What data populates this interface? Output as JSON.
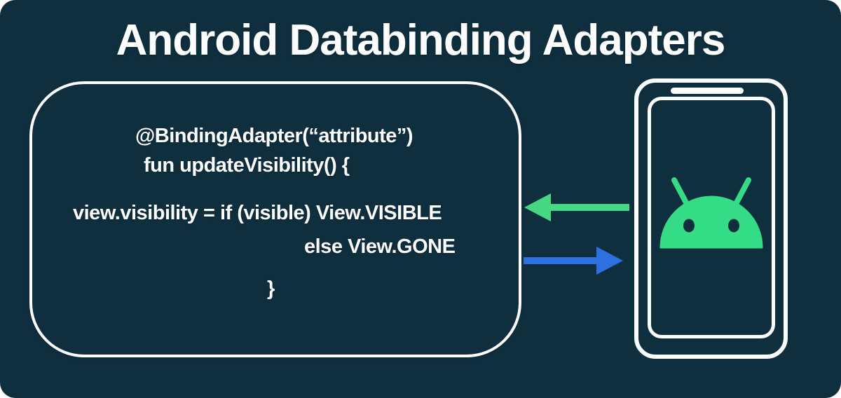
{
  "title": "Android Databinding Adapters",
  "colors": {
    "background": "#0f2f3f",
    "foreground": "#fbfdfd",
    "android_green": "#34dc86",
    "arrow_green": "#47d783",
    "arrow_blue": "#2f70e1"
  },
  "code_box": {
    "lines": [
      "@BindingAdapter(“attribute”)",
      "fun updateVisibility() {",
      "view.visibility = if (visible) View.VISIBLE",
      "else View.GONE",
      "}"
    ]
  },
  "arrows": [
    {
      "direction": "left",
      "color_key": "arrow_green"
    },
    {
      "direction": "right",
      "color_key": "arrow_blue"
    }
  ],
  "phone": {
    "icon": "android-robot-icon"
  }
}
